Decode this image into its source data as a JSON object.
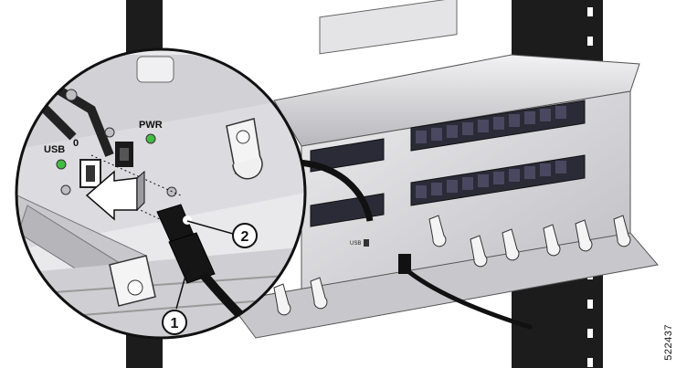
{
  "figure": {
    "labels": {
      "usb": "USB",
      "zero": "0",
      "pwr": "PWR",
      "usb_small": "USB"
    },
    "callouts": [
      {
        "number": "1"
      },
      {
        "number": "2"
      }
    ],
    "figure_id": "522437"
  },
  "colors": {
    "rack": "#1c1c1c",
    "chassis": "#d6d6d8",
    "modules": "#4a4860",
    "led": "#44bb44"
  },
  "icons": {
    "insert_arrow": "white-block-arrow",
    "curved_arrow": "curved-black-arrow"
  }
}
